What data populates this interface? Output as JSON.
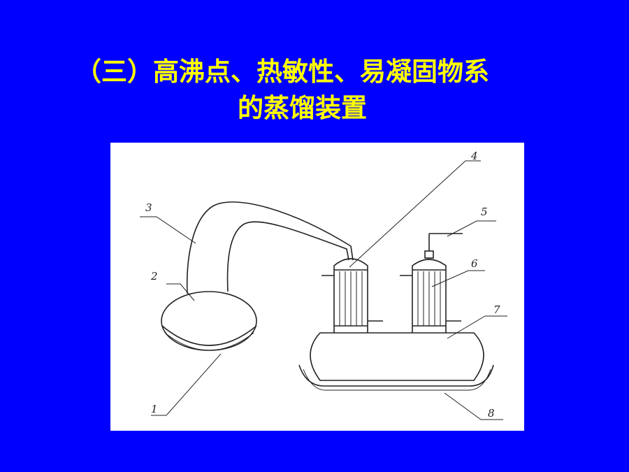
{
  "slide": {
    "title_line_1": "（三）高沸点、热敏性、易凝固物系",
    "title_line_2": "的蒸馏装置",
    "background_color": "#0000ff",
    "title_color": "#ffff00"
  },
  "diagram": {
    "labels": [
      "1",
      "2",
      "3",
      "4",
      "5",
      "6",
      "7",
      "8"
    ]
  }
}
